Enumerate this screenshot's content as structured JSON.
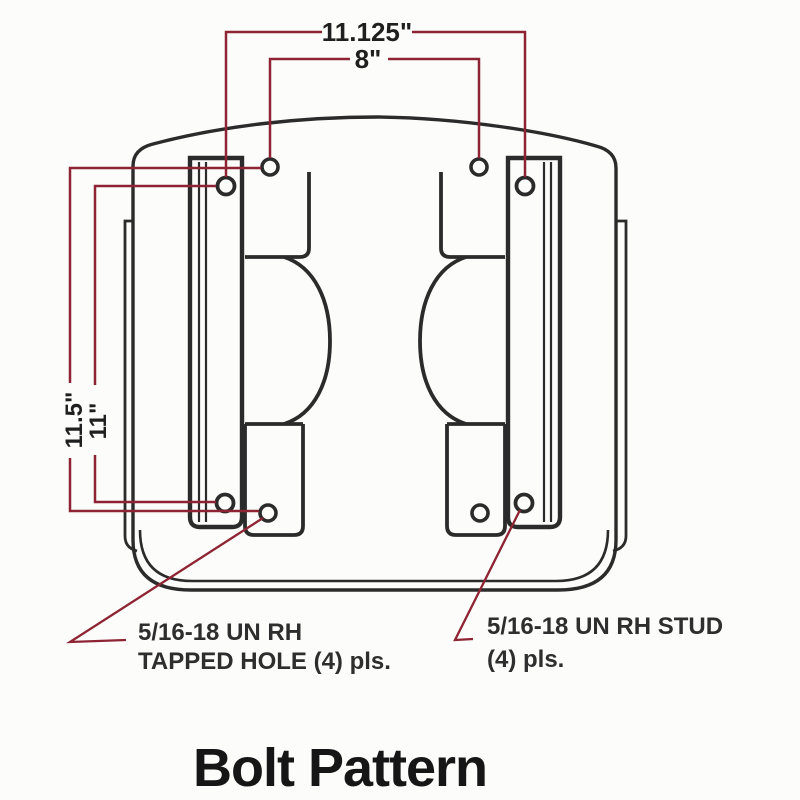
{
  "diagram": {
    "title": "Bolt Pattern",
    "dimensions": {
      "top_outer": "11.125\"",
      "top_inner": "8\"",
      "side_outer": "11.5\"",
      "side_inner": "11\""
    },
    "labels": {
      "tapped_line1": "5/16-18 UN RH",
      "tapped_line2": "TAPPED HOLE (4) pls.",
      "stud_line1": "5/16-18 UN RH STUD",
      "stud_line2": "(4) pls."
    },
    "colors": {
      "dimension": "#8e2433",
      "line": "#2b2b2b",
      "text": "#1f1f1f"
    }
  }
}
